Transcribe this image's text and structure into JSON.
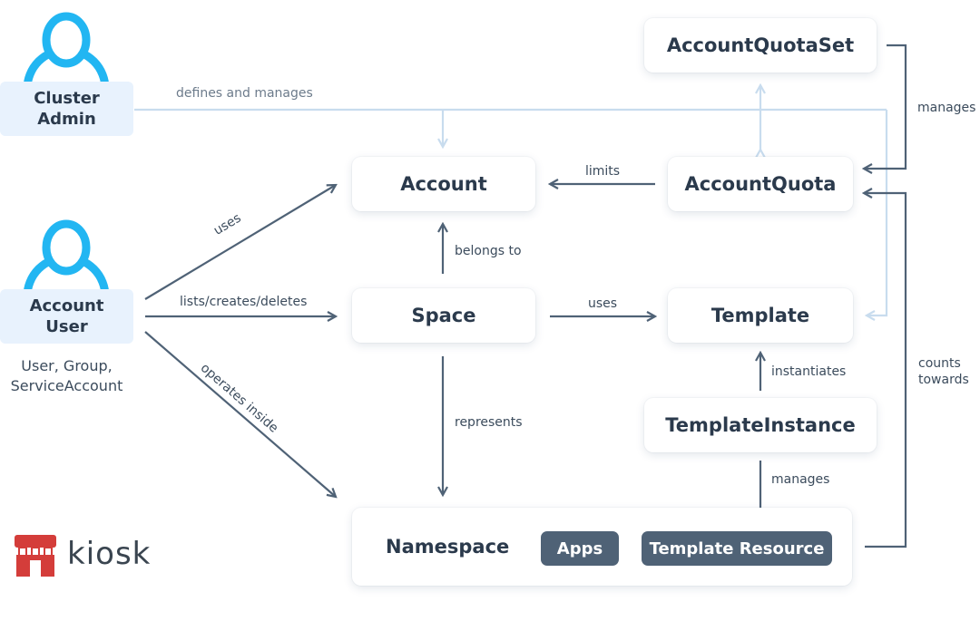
{
  "actors": {
    "cluster_admin": "Cluster\nAdmin",
    "account_user": "Account\nUser",
    "account_user_subtitle": "User, Group,\nServiceAccount"
  },
  "nodes": {
    "account_quota_set": "AccountQuotaSet",
    "account": "Account",
    "account_quota": "AccountQuota",
    "space": "Space",
    "template": "Template",
    "template_instance": "TemplateInstance",
    "namespace": "Namespace",
    "apps": "Apps",
    "template_resource": "Template Resource"
  },
  "edges": {
    "defines_and_manages": "defines and manages",
    "manages_quota_set": "manages",
    "limits": "limits",
    "uses_account": "uses",
    "belongs_to": "belongs to",
    "lists_creates_deletes": "lists/creates/deletes",
    "uses_template": "uses",
    "instantiates": "instantiates",
    "operates_inside": "operates inside",
    "represents": "represents",
    "manages_resource": "manages",
    "counts_towards": "counts\ntowards"
  },
  "logo": {
    "text": "kiosk"
  },
  "colors": {
    "arrow_dark": "#4f6276",
    "arrow_light": "#c8dcee",
    "person_icon": "#22b6f2",
    "actor_bg": "#e8f2fd",
    "chip_bg": "#4f6276",
    "logo_red": "#d43d3a"
  }
}
